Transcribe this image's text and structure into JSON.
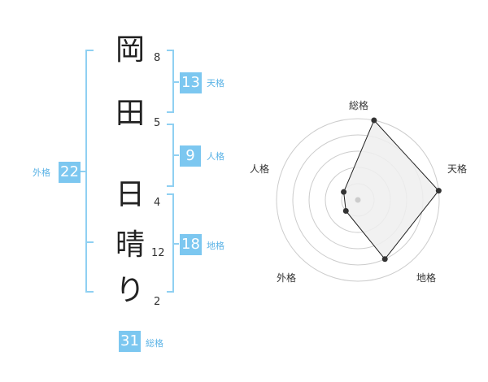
{
  "name_chars": [
    {
      "char": "岡",
      "strokes": "8"
    },
    {
      "char": "田",
      "strokes": "5"
    },
    {
      "char": "日",
      "strokes": "4"
    },
    {
      "char": "晴",
      "strokes": "12"
    },
    {
      "char": "り",
      "strokes": "2"
    }
  ],
  "fortunes": {
    "tenkaku": {
      "value": "13",
      "label": "天格"
    },
    "jinkaku": {
      "value": "9",
      "label": "人格"
    },
    "chikaku": {
      "value": "18",
      "label": "地格"
    },
    "gaikaku": {
      "value": "22",
      "label": "外格"
    },
    "soukaku": {
      "value": "31",
      "label": "総格"
    }
  },
  "radar": {
    "axes": [
      "総格",
      "天格",
      "地格",
      "外格",
      "人格"
    ],
    "values": [
      5,
      5,
      4,
      1,
      1
    ],
    "max": 5,
    "rings": 5,
    "fill_color": "#eeeeee",
    "line_color": "#222222",
    "grid_color": "#cccccc"
  }
}
